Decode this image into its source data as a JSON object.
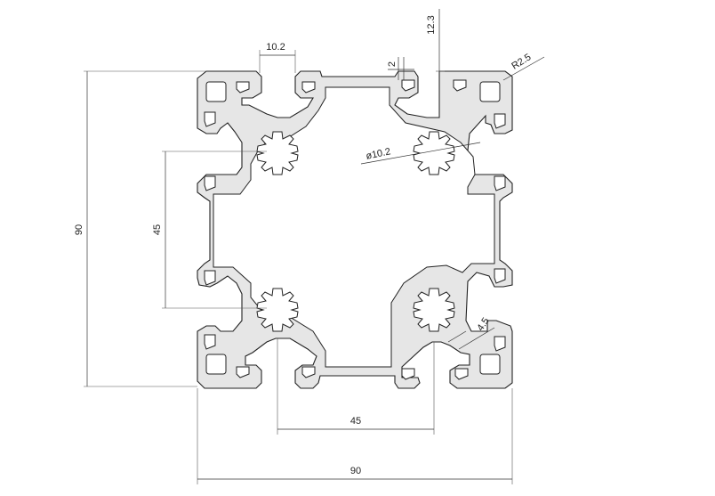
{
  "dimensions": {
    "overall_width": "90",
    "overall_height": "90",
    "bore_spacing_horizontal": "45",
    "bore_spacing_vertical": "45",
    "slot_width": "10.2",
    "slot_depth": "12.3",
    "wall_thickness": "2",
    "corner_radius": "R2.5",
    "bore_diameter": "ø10.2",
    "rib_thickness": "4.5"
  }
}
